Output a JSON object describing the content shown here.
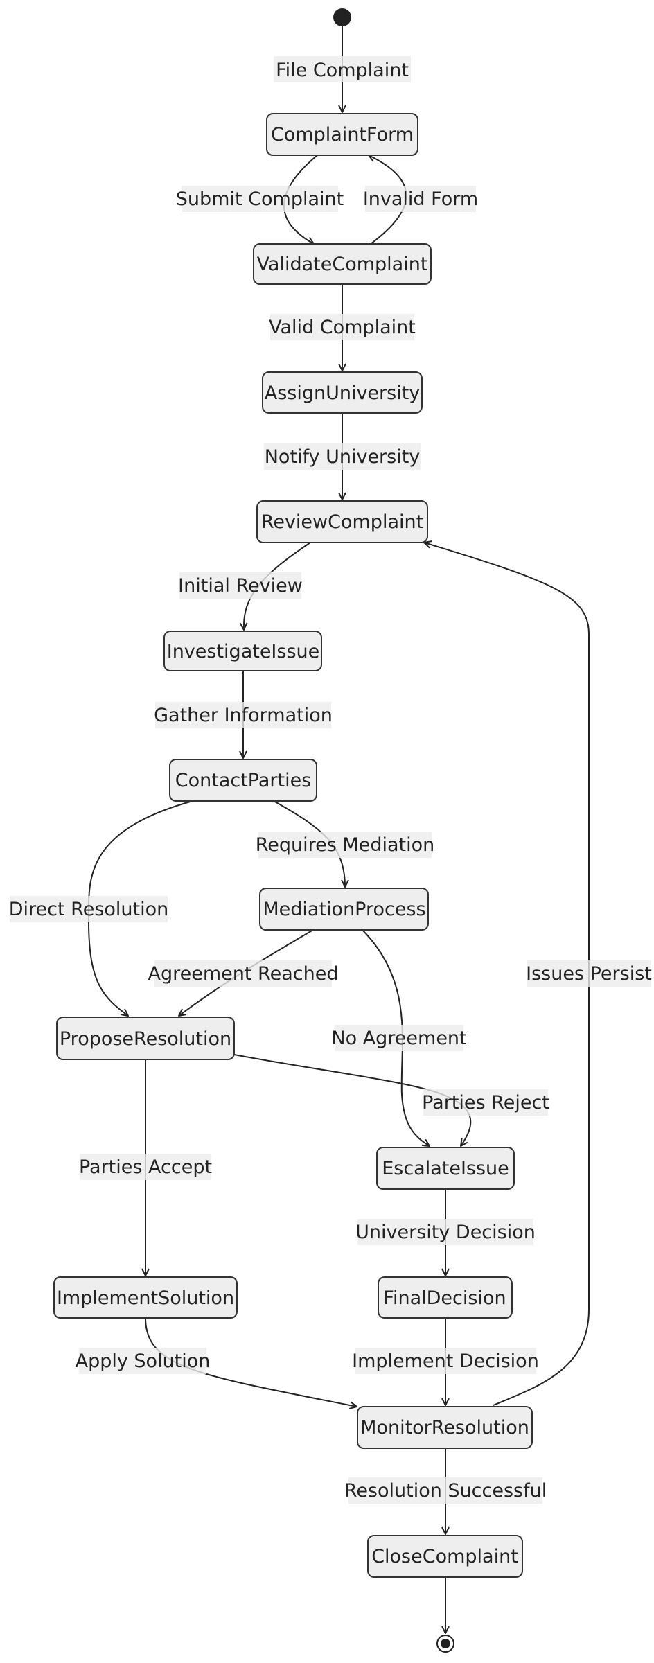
{
  "diagram": {
    "states": {
      "complaint_form": "ComplaintForm",
      "validate_complaint": "ValidateComplaint",
      "assign_university": "AssignUniversity",
      "review_complaint": "ReviewComplaint",
      "investigate_issue": "InvestigateIssue",
      "contact_parties": "ContactParties",
      "mediation_process": "MediationProcess",
      "propose_resolution": "ProposeResolution",
      "escalate_issue": "EscalateIssue",
      "implement_solution": "ImplementSolution",
      "final_decision": "FinalDecision",
      "monitor_resolution": "MonitorResolution",
      "close_complaint": "CloseComplaint"
    },
    "transitions": {
      "file_complaint": "File Complaint",
      "submit_complaint": "Submit Complaint",
      "invalid_form": "Invalid Form",
      "valid_complaint": "Valid Complaint",
      "notify_university": "Notify University",
      "initial_review": "Initial Review",
      "gather_information": "Gather Information",
      "requires_mediation": "Requires Mediation",
      "direct_resolution": "Direct Resolution",
      "agreement_reached": "Agreement Reached",
      "no_agreement": "No Agreement",
      "parties_reject": "Parties Reject",
      "parties_accept": "Parties Accept",
      "university_decision": "University Decision",
      "issues_persist": "Issues Persist",
      "apply_solution": "Apply Solution",
      "implement_decision": "Implement Decision",
      "resolution_successful": "Resolution Successful"
    }
  }
}
